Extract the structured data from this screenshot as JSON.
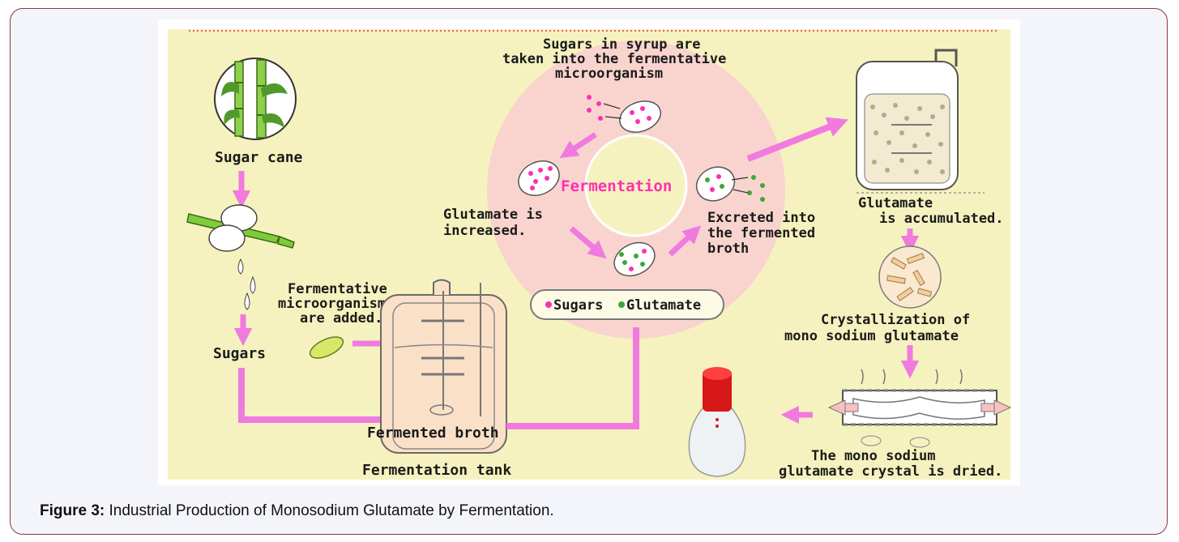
{
  "figure": {
    "labels": {
      "sugar_cane": "Sugar cane",
      "sugars": "Sugars",
      "fermentative": [
        "Fermentative",
        "microorganisms",
        "are added."
      ],
      "fermented_broth": "Fermented broth",
      "fermentation_tank": "Fermentation tank",
      "syrup": [
        "Sugars in syrup are",
        "taken into the fermentative",
        "microorganism"
      ],
      "fermentation": "Fermentation",
      "glutamate_increased": [
        "Glutamate is",
        "increased."
      ],
      "excreted": [
        "Excreted into",
        "the fermented",
        "broth"
      ],
      "legend_sugars": "Sugars",
      "legend_glutamate": "Glutamate",
      "glutamate_accumulated": [
        "Glutamate",
        "is accumulated."
      ],
      "crystallization": [
        "Crystallization of",
        "mono sodium glutamate"
      ],
      "dried": [
        "The mono sodium",
        "glutamate crystal is dried."
      ]
    },
    "colors": {
      "background": "#f6f2bf",
      "arrow": "#f07ae0",
      "sugar_dot": "#ff2fb0",
      "glutamate_dot": "#3aa83a",
      "circle": "#f9d4cf",
      "fermentation_text": "#ff2fb0",
      "cap": "#d81818"
    }
  },
  "caption": {
    "label": "Figure 3:",
    "text": "Industrial Production of Monosodium Glutamate by Fermentation."
  }
}
